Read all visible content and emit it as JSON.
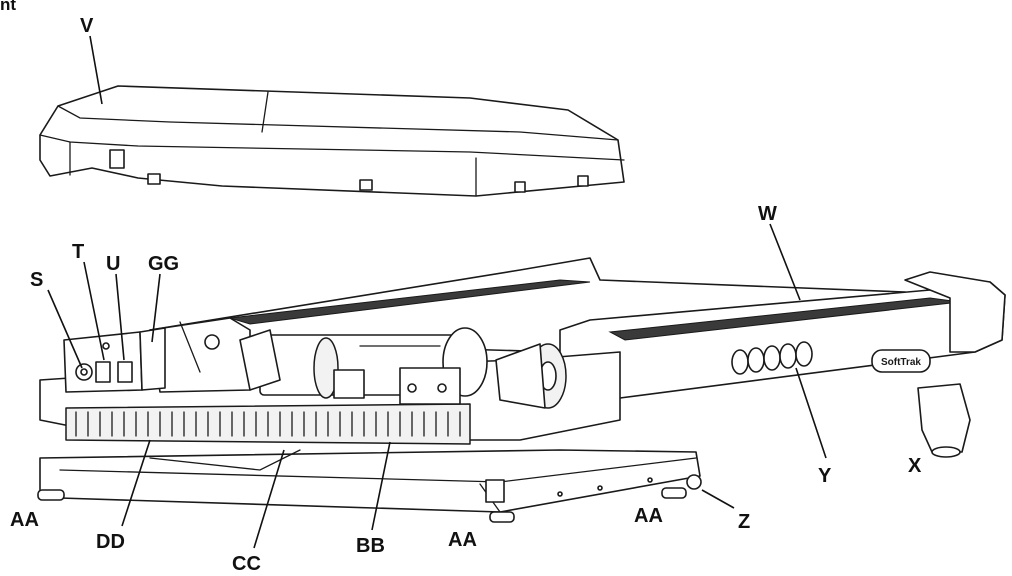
{
  "header_fragment": "nt",
  "labels": {
    "v": "V",
    "w": "W",
    "s": "S",
    "t": "T",
    "u": "U",
    "gg": "GG",
    "x": "X",
    "y": "Y",
    "z": "Z",
    "aa_left": "AA",
    "aa_mid": "AA",
    "aa_right": "AA",
    "dd": "DD",
    "cc": "CC",
    "bb": "BB"
  },
  "brand_logo": "SoftTrak"
}
